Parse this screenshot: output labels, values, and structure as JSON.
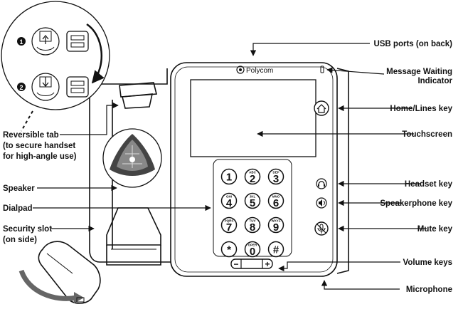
{
  "brand": "Polycom",
  "labels_right": {
    "usb": "USB ports (on back)",
    "mwi_1": "Message Waiting",
    "mwi_2": "Indicator",
    "home": "Home/Lines key",
    "touchscreen": "Touchscreen",
    "headset": "Headset key",
    "speakerphone": "Speakerphone key",
    "mute": "Mute key",
    "volume": "Volume keys",
    "microphone": "Microphone"
  },
  "labels_left": {
    "tab_1": "Reversible tab",
    "tab_2": "(to secure handset",
    "tab_3": "for high-angle use)",
    "speaker": "Speaker",
    "dialpad": "Dialpad",
    "security_1": "Security slot",
    "security_2": "(on side)"
  },
  "steps": [
    "1",
    "2"
  ],
  "dialpad": [
    {
      "num": "1",
      "sub": ""
    },
    {
      "num": "2",
      "sub": "ABC"
    },
    {
      "num": "3",
      "sub": "DEF"
    },
    {
      "num": "4",
      "sub": "GHI"
    },
    {
      "num": "5",
      "sub": "JKL"
    },
    {
      "num": "6",
      "sub": "MNO"
    },
    {
      "num": "7",
      "sub": "PQRS"
    },
    {
      "num": "8",
      "sub": "TUV"
    },
    {
      "num": "9",
      "sub": "WXYZ"
    },
    {
      "num": "*",
      "sub": ""
    },
    {
      "num": "0",
      "sub": "OPER"
    },
    {
      "num": "#",
      "sub": ""
    }
  ],
  "volume": {
    "minus": "−",
    "plus": "+"
  },
  "icons": {
    "home": "home-icon",
    "headset": "headset-icon",
    "speakerphone": "speaker-icon",
    "mute": "mute-microphone-icon"
  }
}
